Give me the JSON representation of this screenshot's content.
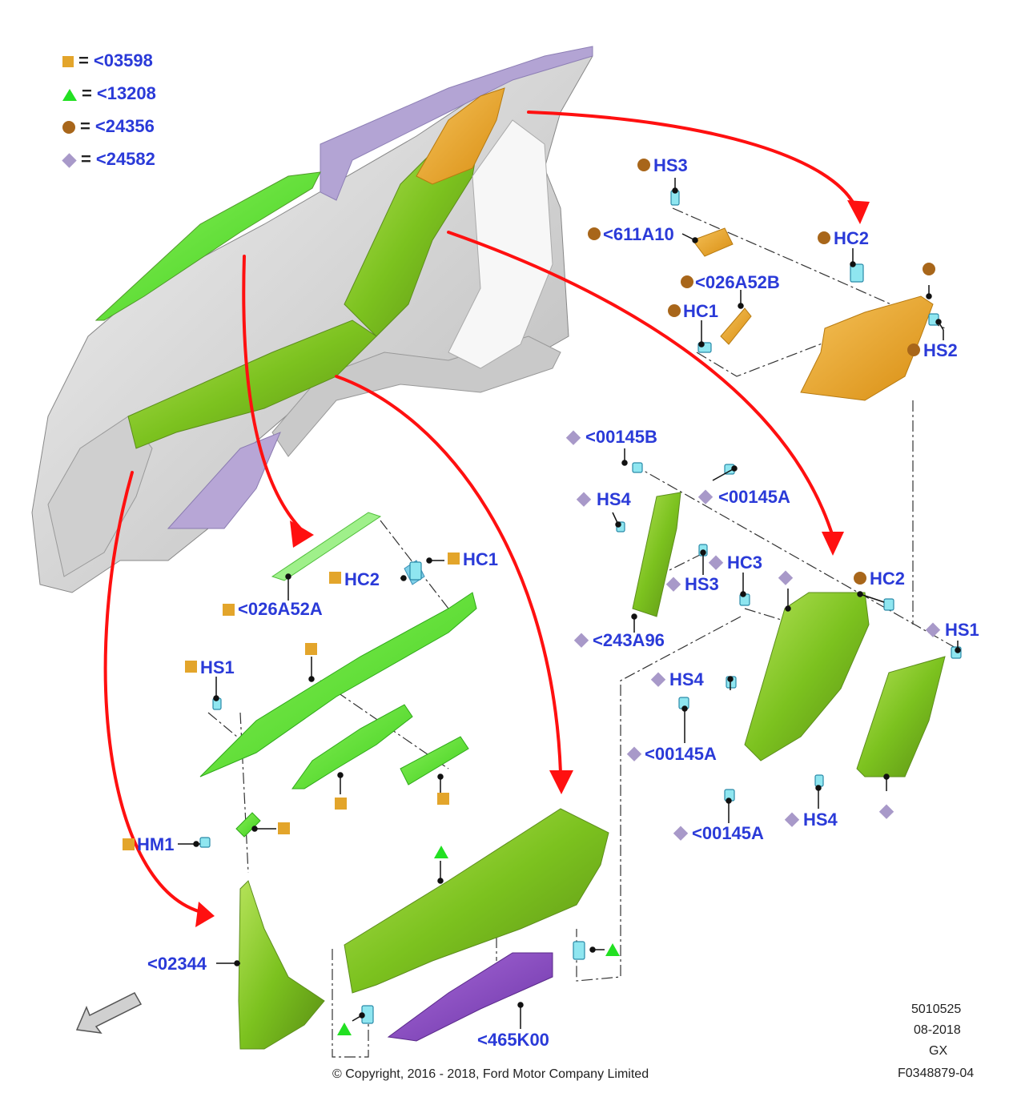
{
  "legend": [
    {
      "symbol": "square",
      "color": "#e3a52b",
      "eq": "=",
      "code": "<03598"
    },
    {
      "symbol": "triangle",
      "color": "#22e022",
      "eq": "=",
      "code": "<13208"
    },
    {
      "symbol": "circle",
      "color": "#a8661a",
      "eq": "=",
      "code": "<24356"
    },
    {
      "symbol": "diamond",
      "color": "#a899c9",
      "eq": "=",
      "code": "<24582"
    }
  ],
  "labels": {
    "hs3_top": "HS3",
    "p611a10": "<611A10",
    "hc2_top": "HC2",
    "p026a52b": "<026A52B",
    "hc1_right": "HC1",
    "hs2": "HS2",
    "p00145b": "<00145B",
    "p00145a_1": "<00145A",
    "hs4_1": "HS4",
    "hc3": "HC3",
    "hs3_mid": "HS3",
    "hc2_mid": "HC2",
    "hs1_right": "HS1",
    "p243a96": "<243A96",
    "hs4_2": "HS4",
    "p00145a_2": "<00145A",
    "hs4_3": "HS4",
    "p00145a_3": "<00145A",
    "hc1_left": "HC1",
    "hc2_left": "HC2",
    "p026a52a": "<026A52A",
    "hs1_left": "HS1",
    "hm1": "HM1",
    "p02344": "<02344",
    "p465k00": "<465K00"
  },
  "footer": {
    "copyright": "© Copyright, 2016 - 2018, Ford Motor Company Limited",
    "code1": "5010525",
    "date": "08-2018",
    "region": "GX",
    "figure": "F0348879-04"
  }
}
